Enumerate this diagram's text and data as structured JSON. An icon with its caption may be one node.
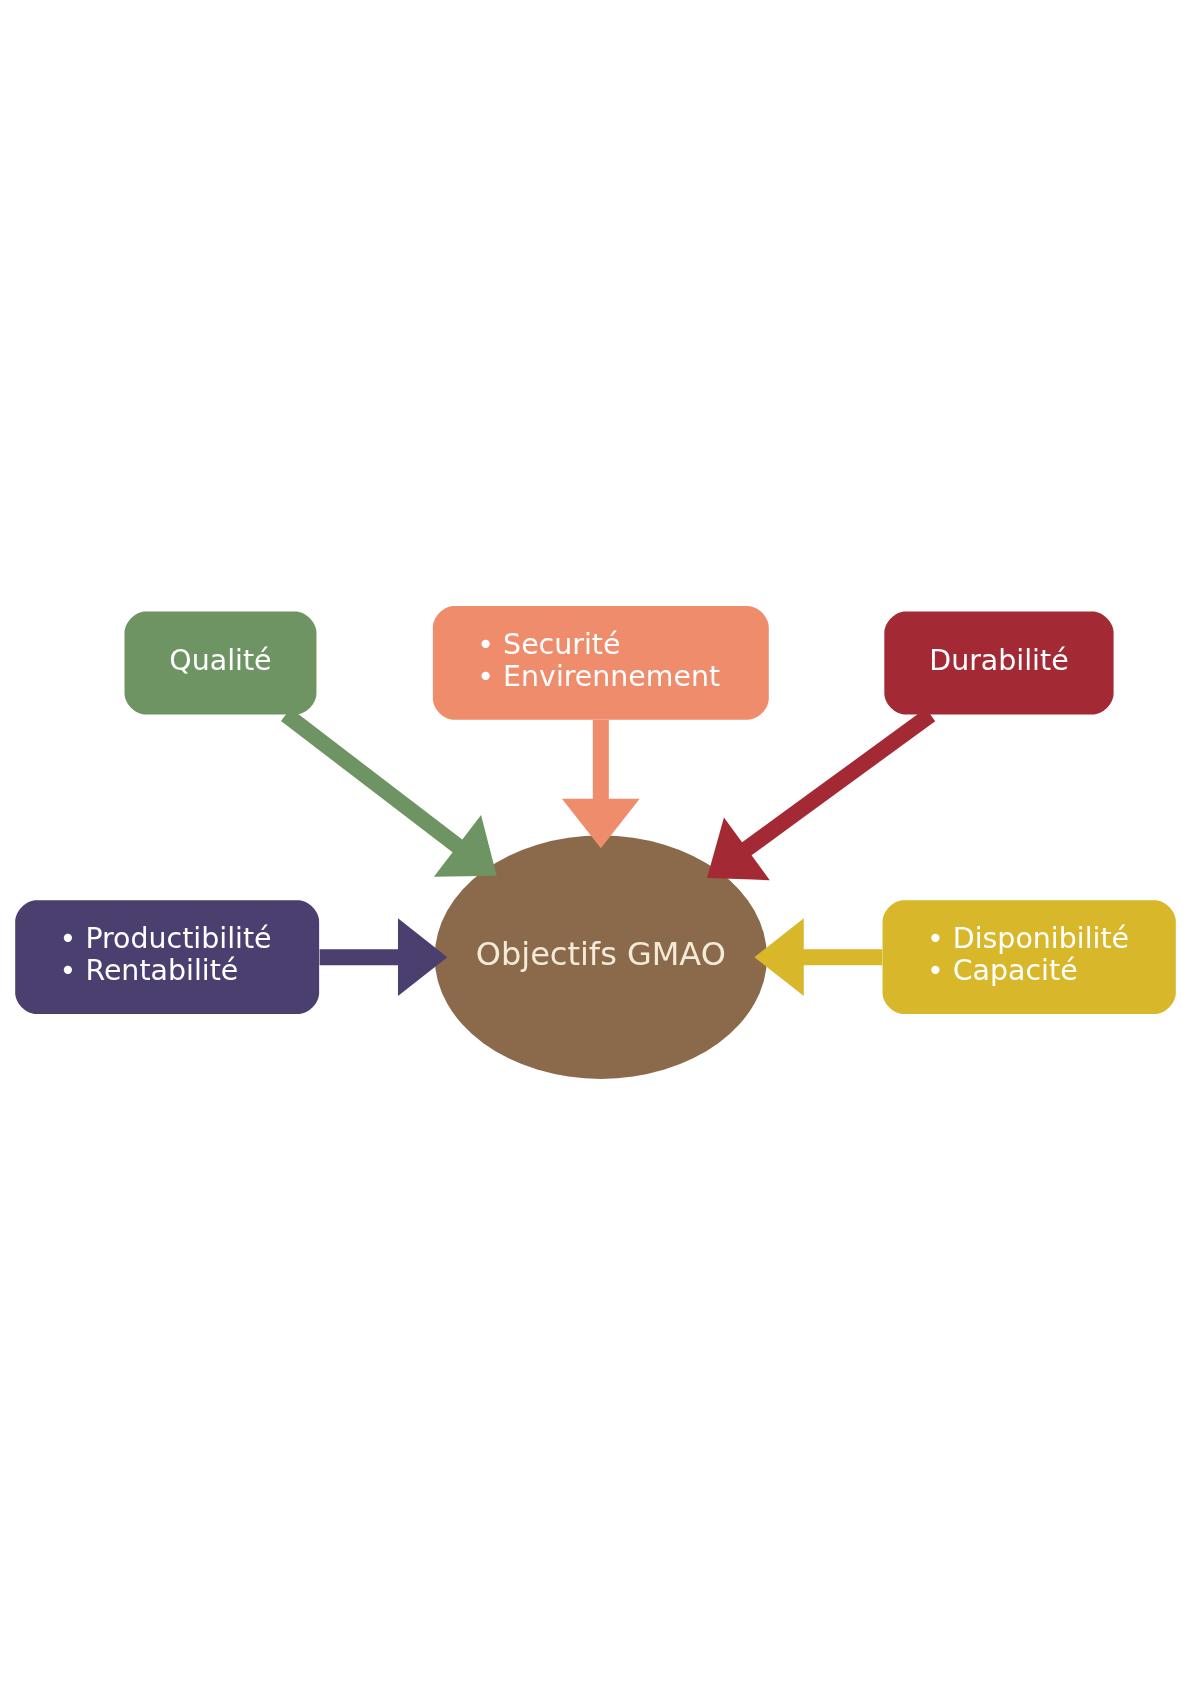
{
  "diagram": {
    "nodes": [
      {
        "text": [
          "• Securité",
          "• Envirennement"
        ]
      },
      {
        "text": [
          "Qualité"
        ]
      },
      {
        "text": [
          "Durabilité"
        ]
      },
      {
        "text": [
          "• Productibilité",
          "• Rentabilité"
        ]
      },
      {
        "text": [
          "Objectifs GMAO"
        ]
      },
      {
        "text": [
          "• Disponibilité",
          "• Capacité"
        ]
      }
    ],
    "edges": [
      {
        "from": 0,
        "to": 4,
        "arrow": "to",
        "color": "#ef8c6c"
      },
      {
        "from": 1,
        "to": 4,
        "arrow": "to",
        "color": "#6f9463"
      },
      {
        "from": 2,
        "to": 4,
        "arrow": "to",
        "color": "#a32a35"
      },
      {
        "from": 3,
        "to": 4,
        "arrow": "to",
        "color": "#4a3f6e"
      },
      {
        "from": 5,
        "to": 4,
        "arrow": "to",
        "color": "#d9b72a"
      }
    ]
  }
}
